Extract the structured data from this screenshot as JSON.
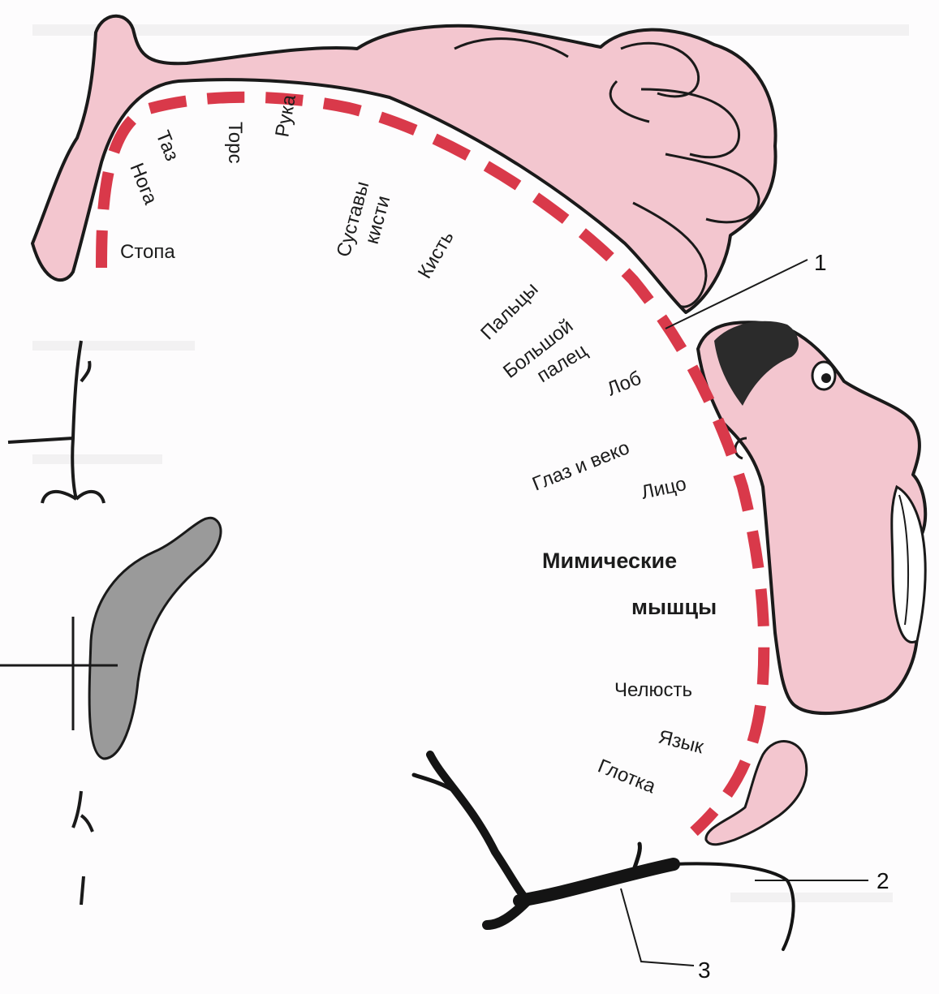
{
  "diagram": {
    "labels": {
      "foot": "Стопа",
      "pelvis": "Таз",
      "leg": "Нога",
      "torso": "Торс",
      "arm": "Рука",
      "wrist_joints_1": "Суставы",
      "wrist_joints_2": "кисти",
      "hand": "Кисть",
      "fingers": "Пальцы",
      "thumb_1": "Большой",
      "thumb_2": "палец",
      "forehead": "Лоб",
      "eye_eyelid": "Глаз и веко",
      "face": "Лицо",
      "facial_muscles_1": "Мимические",
      "facial_muscles_2": "мышцы",
      "jaw": "Челюсть",
      "tongue": "Язык",
      "pharynx": "Глотка"
    },
    "markers": {
      "m1": "1",
      "m2": "2",
      "m3": "3"
    },
    "colors": {
      "cortex_band": "#d9394a",
      "body_fill": "#f3c6cf",
      "outline": "#1a1a1a",
      "gray_structure": "#9a9a9a"
    }
  }
}
